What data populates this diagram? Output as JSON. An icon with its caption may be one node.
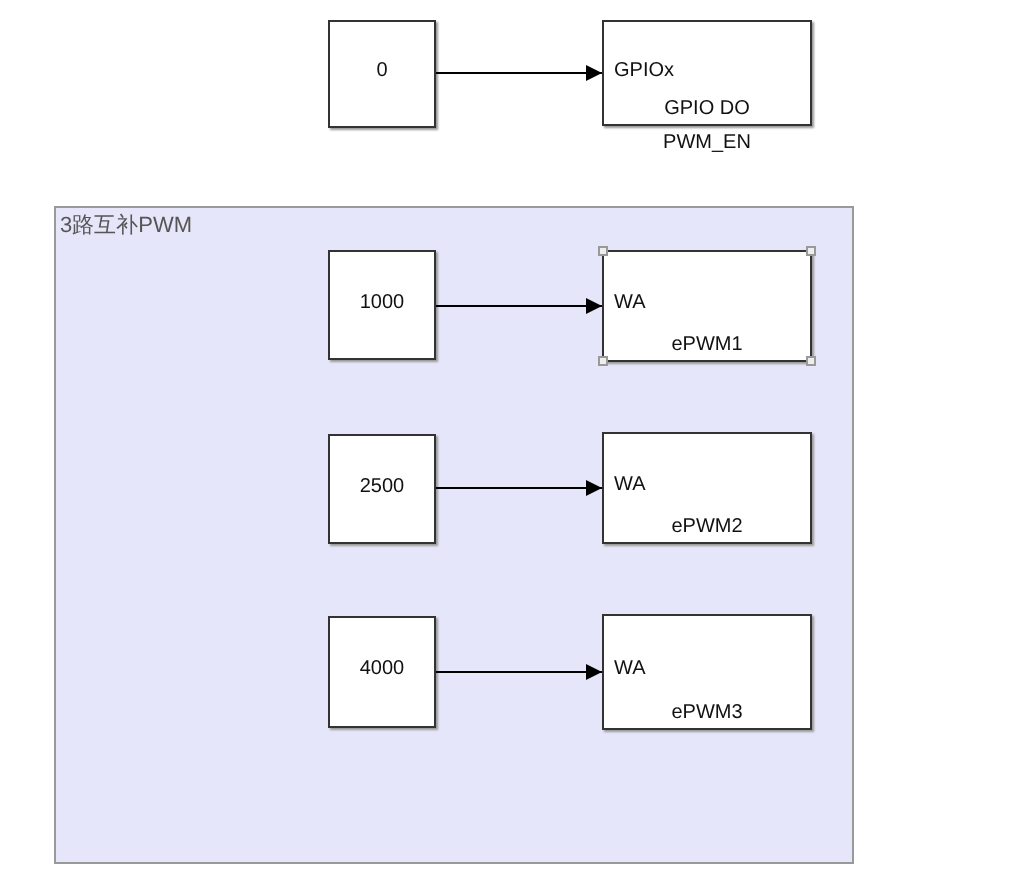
{
  "diagram": {
    "nodes": [
      {
        "text": [
          "0"
        ]
      },
      {
        "text": [
          "GPIOx",
          "GPIO DO"
        ],
        "beside": [
          "PWM_EN"
        ]
      },
      {
        "text": [
          "3路互补PWM"
        ]
      },
      {
        "text": [
          "1000"
        ],
        "in": 2
      },
      {
        "text": [
          "WA",
          "ePWM1"
        ],
        "in": 2
      },
      {
        "text": [
          "2500"
        ],
        "in": 2
      },
      {
        "text": [
          "WA",
          "ePWM2"
        ],
        "in": 2
      },
      {
        "text": [
          "4000"
        ],
        "in": 2
      },
      {
        "text": [
          "WA",
          "ePWM3"
        ],
        "in": 2
      }
    ],
    "edges": [
      {
        "from": 0,
        "to": 1,
        "arrow": "to"
      },
      {
        "from": 3,
        "to": 4,
        "arrow": "to"
      },
      {
        "from": 5,
        "to": 6,
        "arrow": "to"
      },
      {
        "from": 7,
        "to": 8,
        "arrow": "to"
      }
    ]
  }
}
